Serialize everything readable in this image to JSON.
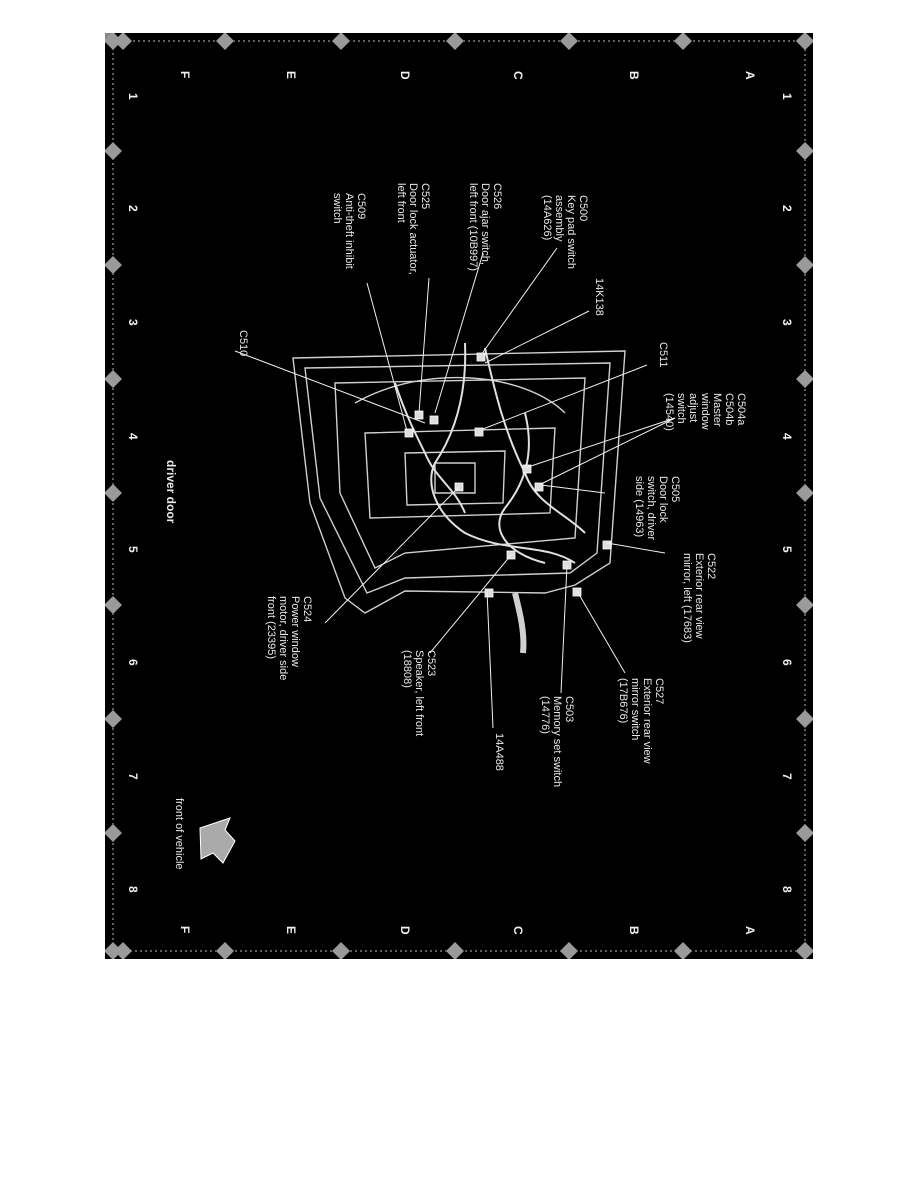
{
  "diagram": {
    "title": "driver door",
    "orientation_note": "front of vehicle",
    "grid": {
      "row_labels": [
        "A",
        "B",
        "C",
        "D",
        "E",
        "F"
      ],
      "column_labels": [
        "1",
        "2",
        "3",
        "4",
        "5",
        "6",
        "7",
        "8"
      ]
    },
    "callouts": [
      {
        "id": "c500",
        "text": "C500\nKey pad switch\nassembly\n(14A626)"
      },
      {
        "id": "c526",
        "text": "C526\nDoor ajar switch,\nleft front (10B997)"
      },
      {
        "id": "c525",
        "text": "C525\nDoor lock actuator,\nleft front"
      },
      {
        "id": "c509",
        "text": "C509\nAnti-theft inhibit\nswitch"
      },
      {
        "id": "14k138",
        "text": "14K138"
      },
      {
        "id": "c510",
        "text": "C510"
      },
      {
        "id": "c511",
        "text": "C511"
      },
      {
        "id": "c504",
        "text": "C504a\nC504b\nMaster window adjust\nswitch (14540)"
      },
      {
        "id": "c505",
        "text": "C505\nDoor lock\nswitch, driver\nside (14963)"
      },
      {
        "id": "c522",
        "text": "C522\nExterior rear view\nmirror, left (17683)"
      },
      {
        "id": "c524",
        "text": "C524\nPower window\nmotor, driver side\nfront (23395)"
      },
      {
        "id": "c523",
        "text": "C523\nSpeaker, left front\n(18808)"
      },
      {
        "id": "14a488",
        "text": "14A488"
      },
      {
        "id": "c503",
        "text": "C503\nMemory set switch\n(14776)"
      },
      {
        "id": "c527",
        "text": "C527\nExterior rear view\nmirror switch\n(17B676)"
      }
    ]
  }
}
